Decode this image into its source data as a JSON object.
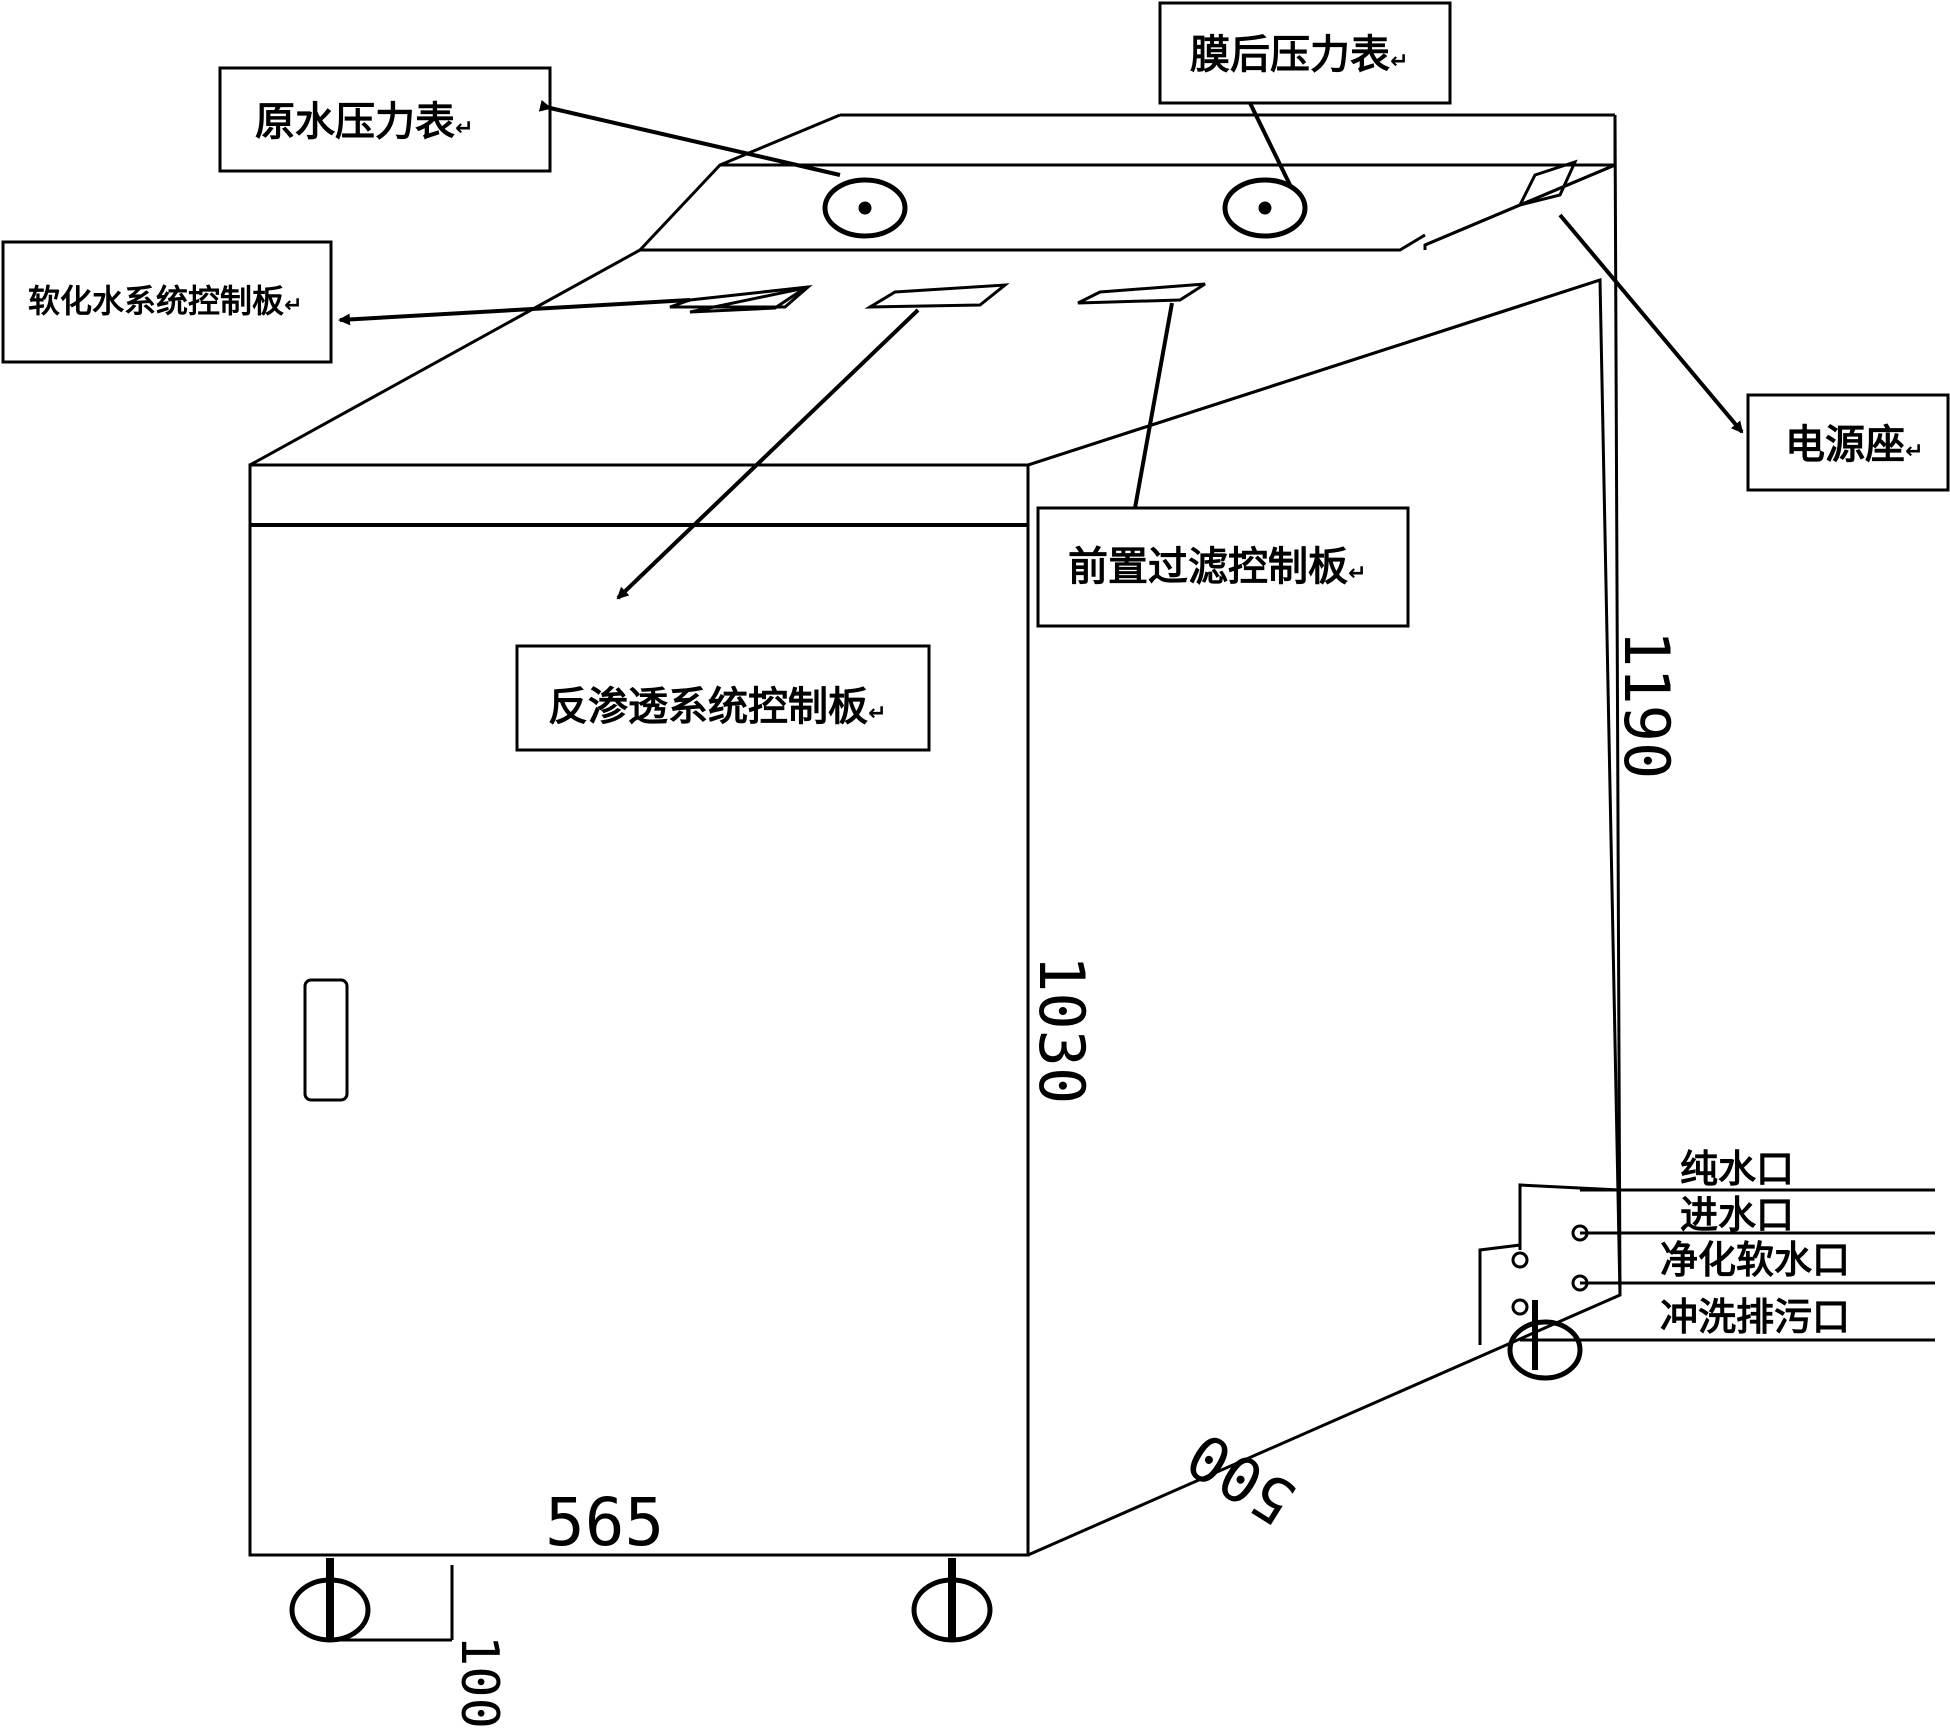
{
  "callouts": {
    "raw_water_gauge": "原水压力表",
    "post_membrane_gauge": "膜后压力表",
    "softening_control_panel": "软化水系统控制板",
    "power_socket": "电源座",
    "prefilter_control_panel": "前置过滤控制板",
    "ro_control_panel": "反渗透系统控制板"
  },
  "dimensions": {
    "height_front": "1030",
    "height_back": "1190",
    "width": "565",
    "depth": "500",
    "wheel": "100"
  },
  "ports": {
    "pure_water": "纯水口",
    "inlet_water": "进水口",
    "purified_soft_water": "净化软水口",
    "flush_drain": "冲洗排污口"
  },
  "paragraph_mark": "↵"
}
